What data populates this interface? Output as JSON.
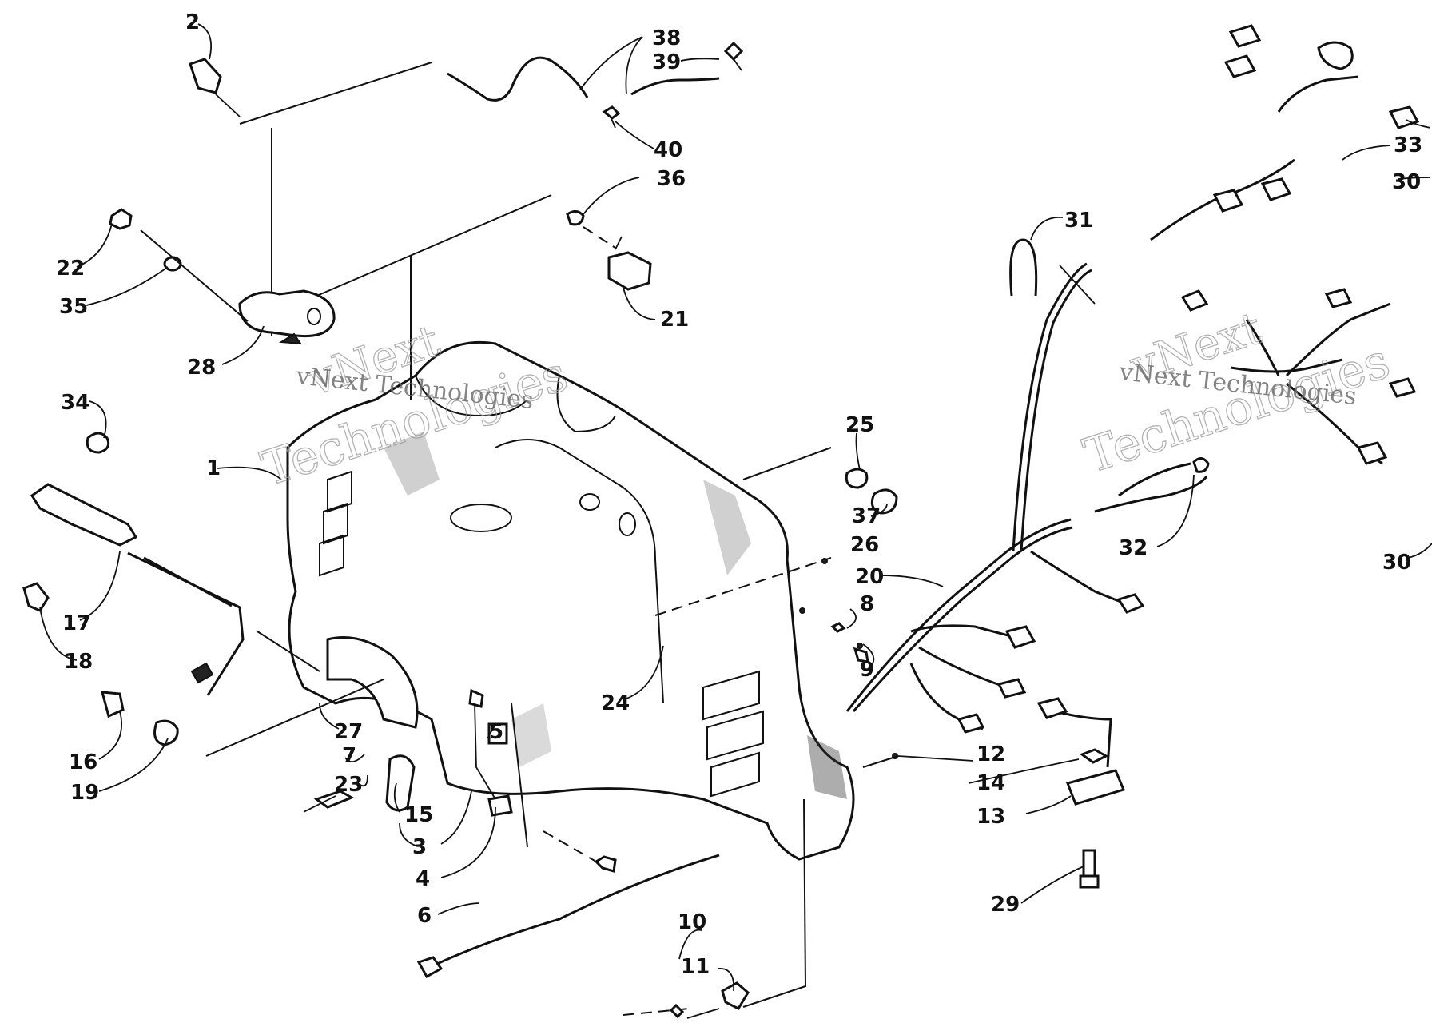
{
  "watermark": {
    "line1": "vNext",
    "line2": "Technologies",
    "caption": "vNext Technologies"
  },
  "callouts": [
    "1",
    "2",
    "3",
    "4",
    "5",
    "6",
    "7",
    "8",
    "9",
    "10",
    "11",
    "12",
    "13",
    "14",
    "15",
    "16",
    "17",
    "18",
    "19",
    "20",
    "21",
    "22",
    "23",
    "24",
    "25",
    "26",
    "27",
    "28",
    "29",
    "30",
    "30",
    "31",
    "32",
    "33",
    "34",
    "35",
    "36",
    "37",
    "38",
    "39",
    "40"
  ]
}
